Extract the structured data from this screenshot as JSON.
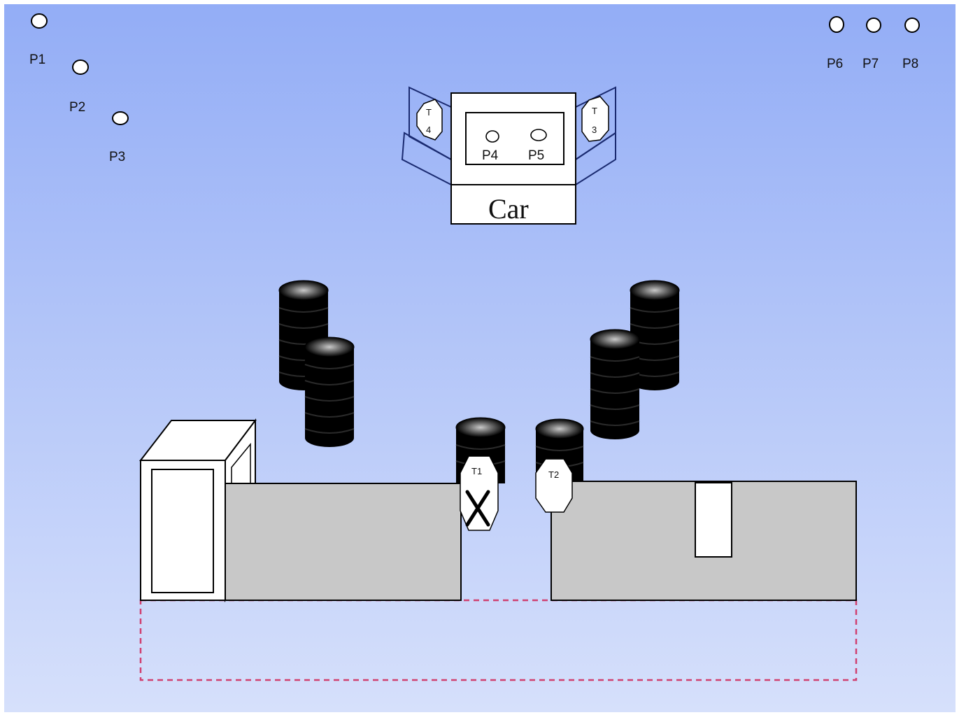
{
  "points": [
    "P1",
    "P2",
    "P3",
    "P4",
    "P5",
    "P6",
    "P7",
    "P8"
  ],
  "car": {
    "label": "Car"
  },
  "tags": {
    "t1": "T1",
    "t2": "T2",
    "t3_line1": "T",
    "t3_line2": "3",
    "t4_line1": "T",
    "t4_line2": "4"
  },
  "colors": {
    "background_top": "#93adf6",
    "background_bottom": "#d6e0fb",
    "counter": "#c8c8c8",
    "dashed_outline": "#d04070",
    "tire": "#000000"
  },
  "icons": {
    "blocked_mark": "x-mark-icon",
    "marker": "circle-marker-icon"
  }
}
